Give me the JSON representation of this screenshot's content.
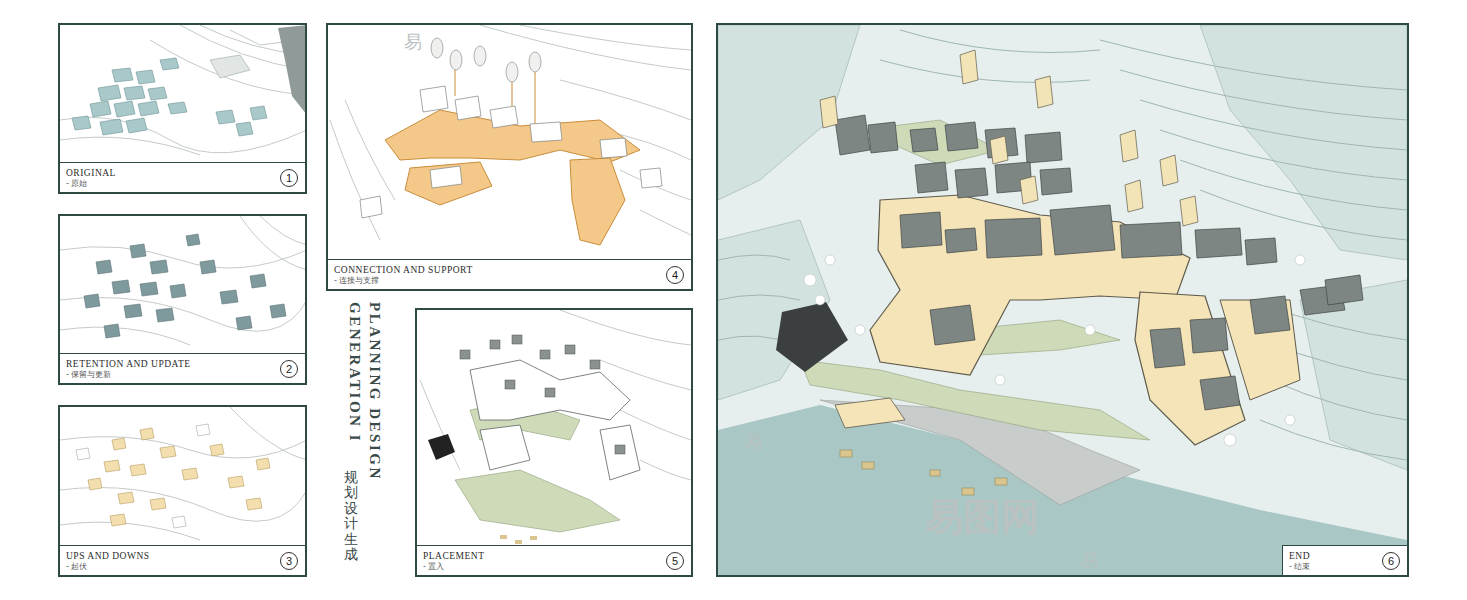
{
  "diagram": {
    "title": "PLANNING DESIGN GENERATION I",
    "nodes": [
      {
        "text": [
          "ORIGINAL",
          "- 原始"
        ]
      },
      {
        "text": [
          "1"
        ],
        "in": 0
      },
      {
        "text": [
          "RETENTION AND UPDATE",
          "- 保留与更新"
        ]
      },
      {
        "text": [
          "2"
        ],
        "in": 2
      },
      {
        "text": [
          "UPS AND DOWNS",
          "- 起伏"
        ]
      },
      {
        "text": [
          "3"
        ],
        "in": 4
      },
      {
        "text": [
          "CONNECTION AND SUPPORT",
          "- 连接与支撑"
        ]
      },
      {
        "text": [
          "4"
        ],
        "in": 6
      },
      {
        "text": [
          "PLACEMENT",
          "- 置入"
        ]
      },
      {
        "text": [
          "5"
        ],
        "in": 8
      },
      {
        "text": [
          "END",
          "- 结束"
        ]
      },
      {
        "text": [
          "6"
        ],
        "in": 10
      }
    ],
    "labels": [
      "规划设计生成",
      "易图网",
      "易",
      "易",
      "易"
    ]
  }
}
